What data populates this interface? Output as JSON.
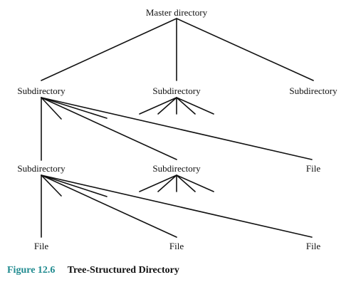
{
  "diagram": {
    "nodes": {
      "master": "Master directory",
      "sub_left": "Subdirectory",
      "sub_center": "Subdirectory",
      "sub_right": "Subdirectory",
      "sub_l2_left": "Subdirectory",
      "sub_l2_center": "Subdirectory",
      "file_l2_right": "File",
      "file_l3_left": "File",
      "file_l3_center": "File",
      "file_l3_right": "File"
    },
    "line_color": "#111111"
  },
  "caption": {
    "number": "Figure 12.6",
    "title": "Tree-Structured Directory",
    "number_color": "#1f8a8f"
  }
}
